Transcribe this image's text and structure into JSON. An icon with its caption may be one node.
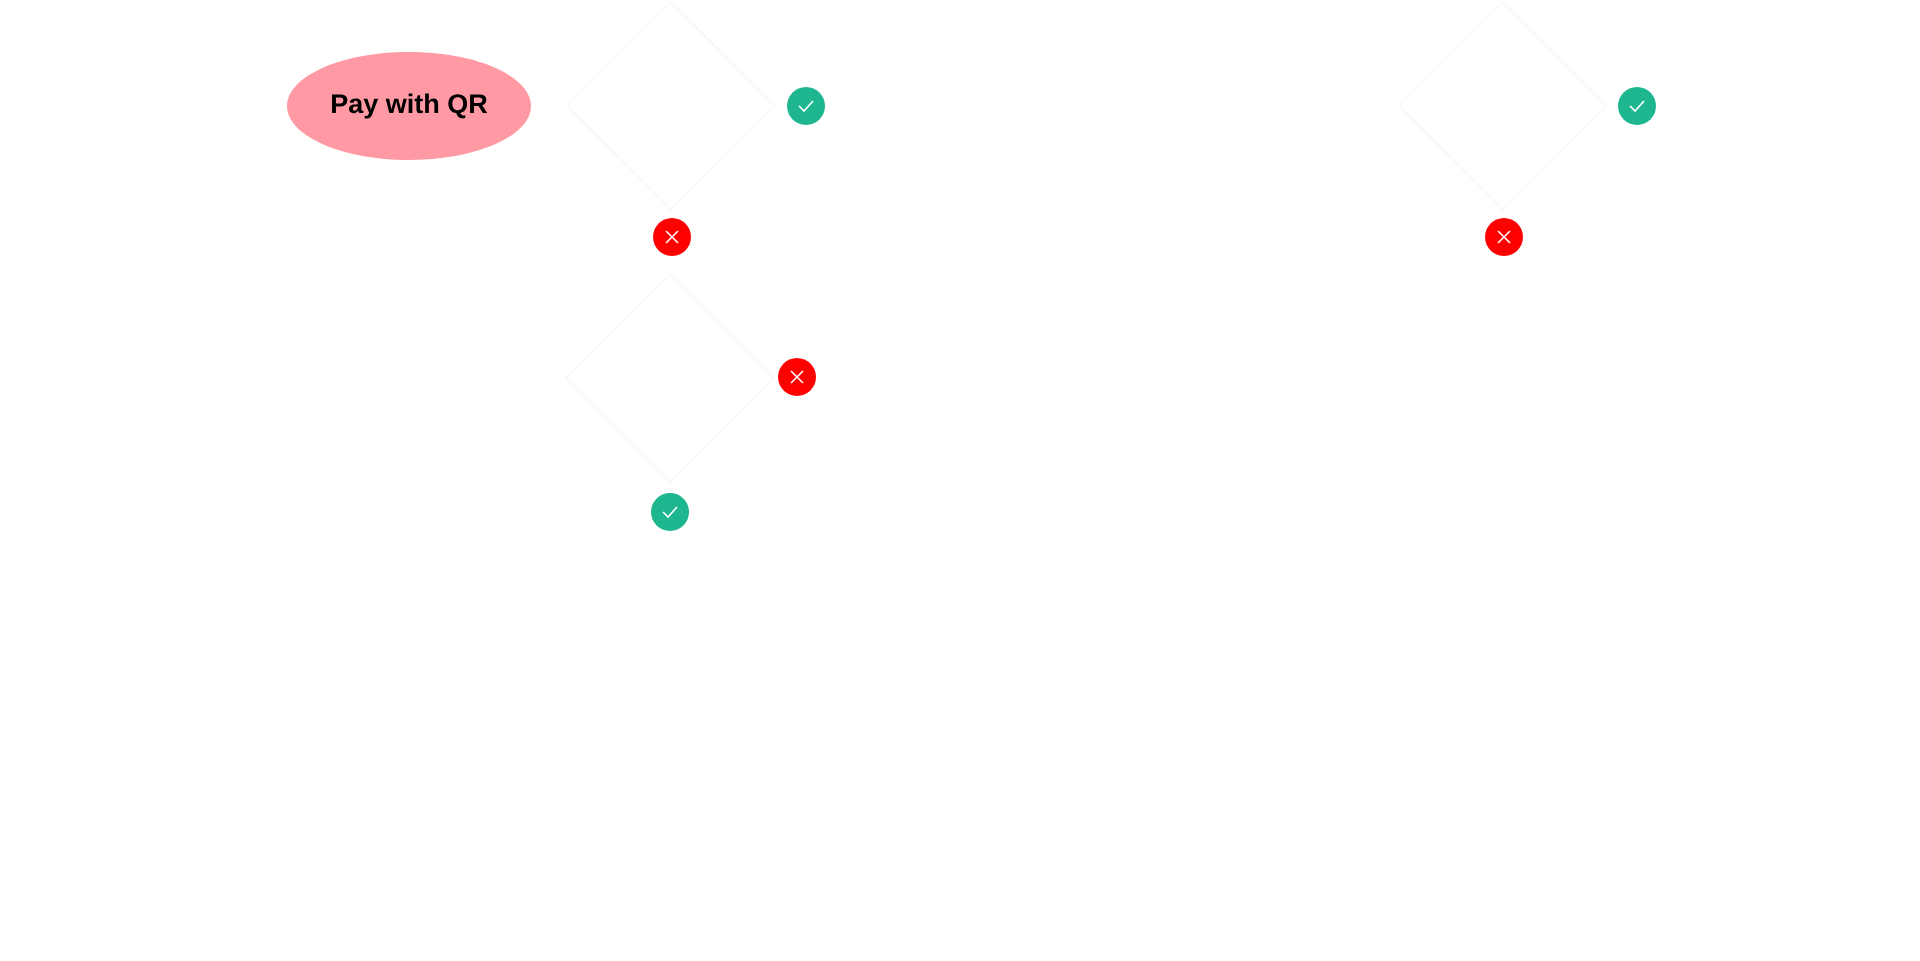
{
  "diagram": {
    "nodes": [
      {
        "text": [
          "Pay with QR"
        ]
      },
      {
        "text": [],
        "shape": "diamond"
      },
      {
        "text": [],
        "shape": "diamond"
      },
      {
        "text": [],
        "shape": "diamond"
      }
    ]
  }
}
